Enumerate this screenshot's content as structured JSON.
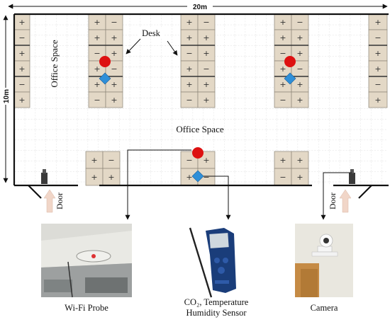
{
  "dimensions": {
    "width_label": "20m",
    "height_label": "10m"
  },
  "labels": {
    "desk": "Desk",
    "office_space_rotated": "Office Space",
    "office_space_center": "Office Space",
    "door_left": "Door",
    "door_right": "Door"
  },
  "captions": {
    "wifi": "Wi-Fi Probe",
    "sensor_line1": "CO₂, Temperature",
    "sensor_line2": "Humidity Sensor",
    "camera": "Camera"
  },
  "colors": {
    "desk": "#e3d8c6",
    "grid": "#cccccc",
    "wall": "#111111",
    "wifi_marker": "#dd1111",
    "sensor_marker": "#2f8fd8",
    "door_arrow": "#f1d6c8"
  },
  "icons": {
    "wifi_marker": "red-circle",
    "sensor_marker": "blue-diamond",
    "camera": "camera-icon"
  }
}
